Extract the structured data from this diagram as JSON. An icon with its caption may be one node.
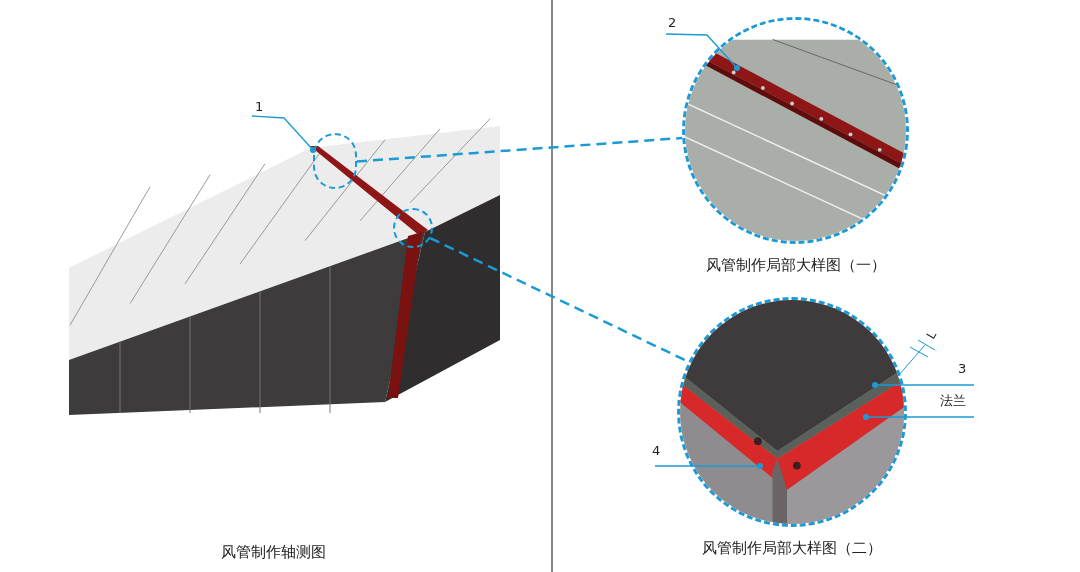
{
  "diagram": {
    "nodes": [
      {
        "text": [
          "1"
        ]
      },
      {
        "text": [
          "2"
        ]
      },
      {
        "text": [
          "3"
        ]
      },
      {
        "text": [
          "法兰"
        ]
      },
      {
        "text": [
          "4"
        ]
      },
      {
        "text": [],
        "shape": "circle"
      },
      {
        "text": [],
        "shape": "circle"
      },
      {
        "text": [],
        "shape": "circle",
        "beside": [
          "风管制作局部大样图（一）"
        ]
      },
      {
        "text": [],
        "shape": "circle",
        "beside": [
          "风管制作局部大样图（二）"
        ]
      }
    ],
    "edges": [
      {
        "from": 0,
        "to": 5,
        "arrow": "other"
      },
      {
        "from": 1,
        "to": 7,
        "arrow": "other"
      },
      {
        "from": 2,
        "to": 8,
        "arrow": "other"
      },
      {
        "from": 3,
        "to": 8,
        "arrow": "other"
      },
      {
        "from": 4,
        "to": 8,
        "arrow": "other"
      },
      {
        "from": 5,
        "to": 7,
        "arrow": "none",
        "style": "dashed"
      },
      {
        "from": 6,
        "to": 8,
        "arrow": "none",
        "style": "dashed"
      }
    ],
    "labels": [
      "风管制作轴测图",
      "L"
    ]
  }
}
